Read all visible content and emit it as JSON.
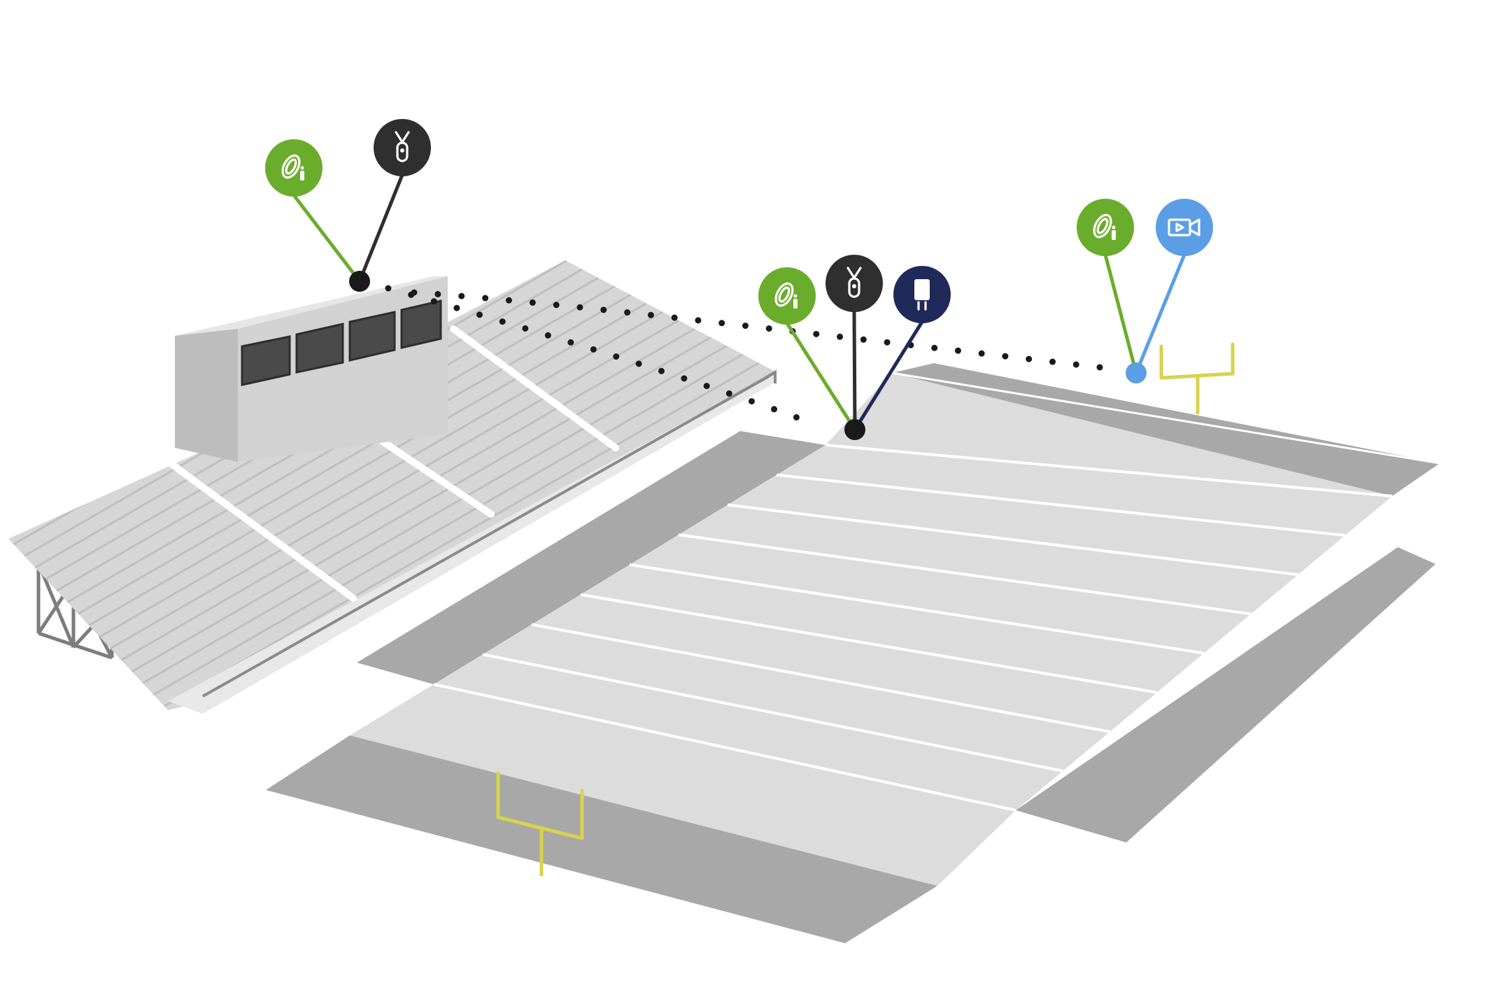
{
  "colors": {
    "background": "#ffffff",
    "field_light": "#dcdcdc",
    "field_dark": "#a8a8a8",
    "field_lines": "#ffffff",
    "goalpost": "#d8d34a",
    "stands": "#d0d0d0",
    "stands_shadow": "#b8b8b8",
    "pressbox": "#d4d4d4",
    "pressbox_windows": "#4a4a4a",
    "link_dots": "#1a1a1a",
    "green_pin": "#6aad2c",
    "dark_pin": "#2f2f2f",
    "navy_pin": "#1f2a5a",
    "blue_pin": "#5b9ee6"
  },
  "nodes": [
    {
      "id": "pressbox-node",
      "anchor_color": "#1a1a1a"
    },
    {
      "id": "sideline-node",
      "anchor_color": "#1a1a1a"
    },
    {
      "id": "endzone-node",
      "anchor_color": "#5b9ee6"
    }
  ],
  "pins": [
    {
      "id": "pressbox-dish",
      "node": "pressbox-node",
      "icon": "satellite-dish-icon",
      "color": "#6aad2c"
    },
    {
      "id": "pressbox-radio",
      "node": "pressbox-node",
      "icon": "radio-transmitter-icon",
      "color": "#2f2f2f"
    },
    {
      "id": "sideline-dish",
      "node": "sideline-node",
      "icon": "satellite-dish-icon",
      "color": "#6aad2c"
    },
    {
      "id": "sideline-radio",
      "node": "sideline-node",
      "icon": "radio-transmitter-icon",
      "color": "#2f2f2f"
    },
    {
      "id": "sideline-encoder",
      "node": "sideline-node",
      "icon": "encoder-device-icon",
      "color": "#1f2a5a"
    },
    {
      "id": "endzone-dish",
      "node": "endzone-node",
      "icon": "satellite-dish-icon",
      "color": "#6aad2c"
    },
    {
      "id": "endzone-camera",
      "node": "endzone-node",
      "icon": "video-camera-icon",
      "color": "#5b9ee6"
    }
  ],
  "links": [
    {
      "from": "pressbox-node",
      "to": "sideline-node",
      "style": "dotted"
    },
    {
      "from": "pressbox-node",
      "to": "endzone-node",
      "style": "dotted"
    }
  ]
}
